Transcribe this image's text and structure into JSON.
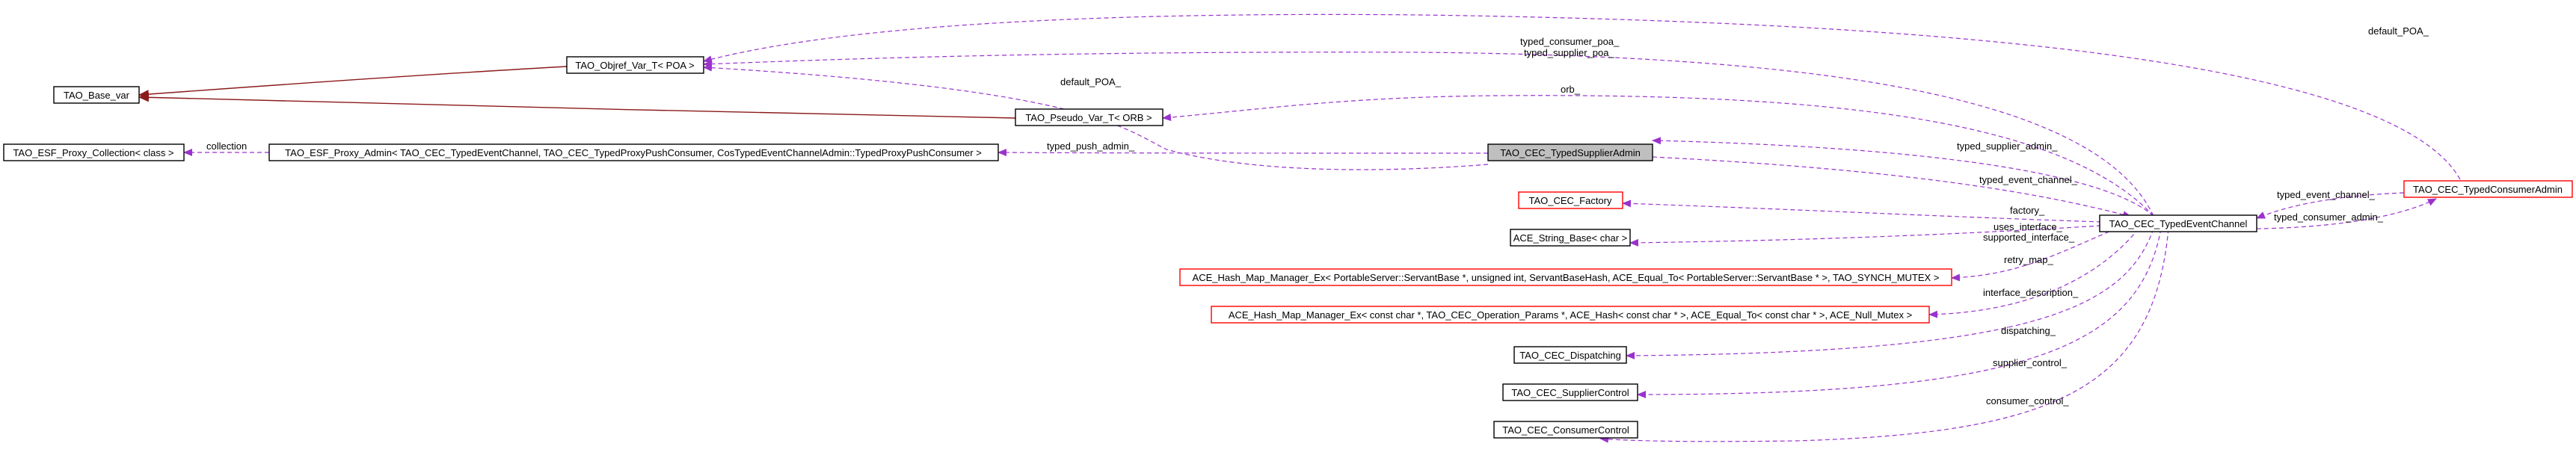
{
  "nodes": {
    "base_var": "TAO_Base_var",
    "objref_var": "TAO_Objref_Var_T< POA >",
    "pseudo_var": "TAO_Pseudo_Var_T< ORB >",
    "proxy_collection": "TAO_ESF_Proxy_Collection< class >",
    "proxy_admin": "TAO_ESF_Proxy_Admin< TAO_CEC_TypedEventChannel, TAO_CEC_TypedProxyPushConsumer, CosTypedEventChannelAdmin::TypedProxyPushConsumer >",
    "supplier_admin": "TAO_CEC_TypedSupplierAdmin",
    "factory": "TAO_CEC_Factory",
    "string_base": "ACE_String_Base< char >",
    "hash_map_1": "ACE_Hash_Map_Manager_Ex< PortableServer::ServantBase *, unsigned int, ServantBaseHash, ACE_Equal_To< PortableServer::ServantBase * >, TAO_SYNCH_MUTEX >",
    "hash_map_2": "ACE_Hash_Map_Manager_Ex< const char *, TAO_CEC_Operation_Params *, ACE_Hash< const char * >, ACE_Equal_To< const char * >, ACE_Null_Mutex >",
    "dispatching": "TAO_CEC_Dispatching",
    "supplier_control": "TAO_CEC_SupplierControl",
    "consumer_control": "TAO_CEC_ConsumerControl",
    "event_channel": "TAO_CEC_TypedEventChannel",
    "consumer_admin": "TAO_CEC_TypedConsumerAdmin"
  },
  "edge_labels": {
    "default_poa_top": "default_POA_",
    "typed_consumer_poa": "typed_consumer_poa_",
    "typed_supplier_poa": "typed_supplier_poa_",
    "default_poa_mid": "default_POA_",
    "orb": "orb_",
    "collection": "collection",
    "typed_push_admin": "typed_push_admin_",
    "typed_supplier_admin": "typed_supplier_admin_",
    "typed_event_channel_1": "typed_event_channel_",
    "typed_event_channel_2": "typed_event_channel_",
    "typed_consumer_admin": "typed_consumer_admin_",
    "factory": "factory_",
    "uses_interface": "uses_interface_",
    "supported_interface": "supported_interface_",
    "retry_map": "retry_map_",
    "interface_description": "interface_description_",
    "dispatching": "dispatching_",
    "supplier_control": "supplier_control_",
    "consumer_control": "consumer_control_"
  },
  "colors": {
    "usage_edge": "#9a32cd",
    "inheritance_edge": "#8b1a1a",
    "highlight_node": "#bfbfbf",
    "external_node_border": "#ff0000"
  }
}
